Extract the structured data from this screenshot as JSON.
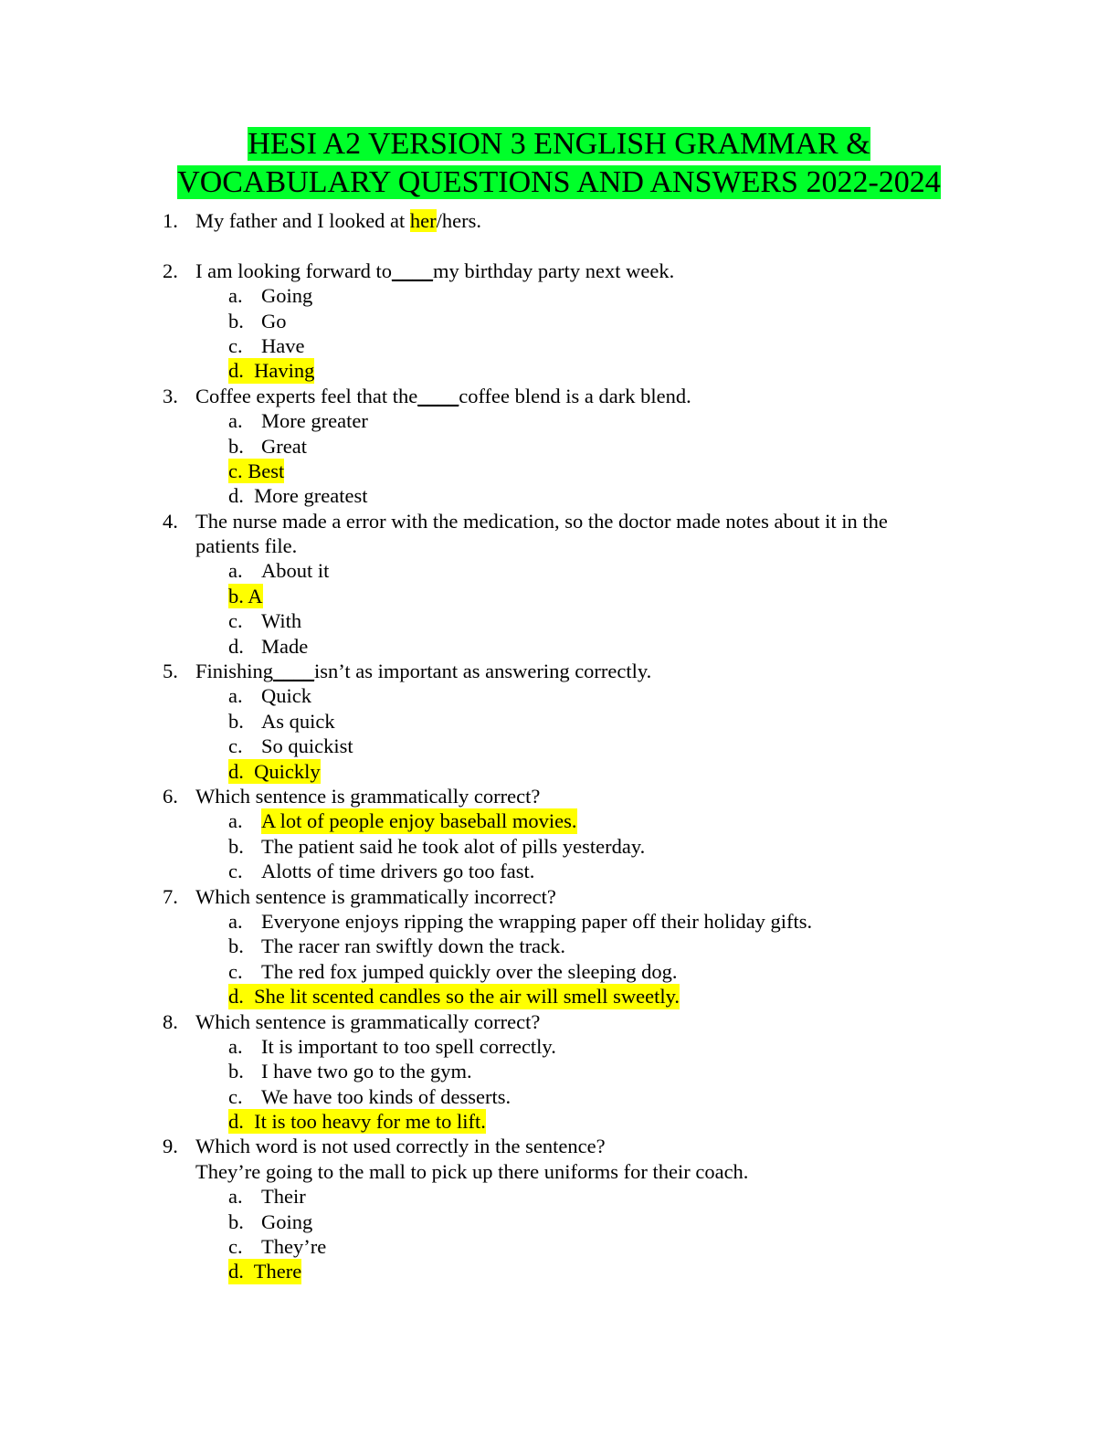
{
  "title": {
    "line1": "HESI A2  VERSION 3 ENGLISH GRAMMAR & ",
    "line2": "VOCABULARY QUESTIONS AND ANSWERS 2022-2024"
  },
  "q1": {
    "num": "1.",
    "pre": "My father and I looked at ",
    "highlight": "her",
    "post": "/hers."
  },
  "q2": {
    "num": "2.",
    "pre": "I am looking forward to",
    "blank": "____",
    "post": "my birthday party next week.",
    "options": [
      {
        "letter": "a.",
        "text": "Going"
      },
      {
        "letter": "b.",
        "text": "Go"
      },
      {
        "letter": "c.",
        "text": "Have"
      }
    ],
    "answer": "d.  Having"
  },
  "q3": {
    "num": "3.",
    "pre": "Coffee experts feel that the",
    "blank": "____",
    "post": "coffee blend is a dark blend.",
    "opt_a": {
      "letter": "a.",
      "text": "More greater"
    },
    "opt_b": {
      "letter": "b.",
      "text": "Great"
    },
    "answer": "c. Best",
    "opt_d": "d.  More greatest"
  },
  "q4": {
    "num": "4.",
    "line1": "The nurse made a error with the medication, so the doctor made notes about it in the",
    "line2": "patients file.",
    "opt_a": {
      "letter": "a.",
      "text": "About it"
    },
    "answer": "b. A",
    "opt_c": {
      "letter": "c.",
      "text": "With"
    },
    "opt_d": {
      "letter": "d.",
      "text": "Made"
    }
  },
  "q5": {
    "num": "5.",
    "pre": "Finishing",
    "blank": "____",
    "post": "isn’t as important as answering correctly.",
    "options": [
      {
        "letter": "a.",
        "text": "Quick"
      },
      {
        "letter": "b.",
        "text": "As quick"
      },
      {
        "letter": "c.",
        "text": "So quickist"
      }
    ],
    "answer": "d.  Quickly"
  },
  "q6": {
    "num": "6.",
    "text": "Which sentence is grammatically correct?",
    "opt_a": {
      "letter": "a.",
      "text": "A lot of people enjoy baseball movies."
    },
    "opt_b": {
      "letter": "b.",
      "text": "The patient said he took alot of pills yesterday."
    },
    "opt_c": {
      "letter": "c.",
      "text": "Alotts of time drivers go too fast."
    }
  },
  "q7": {
    "num": "7.",
    "text": "Which sentence is grammatically incorrect?",
    "options": [
      {
        "letter": "a.",
        "text": "Everyone enjoys ripping the wrapping paper off their holiday gifts."
      },
      {
        "letter": "b.",
        "text": "The racer ran swiftly down the track."
      },
      {
        "letter": "c.",
        "text": "The red fox jumped quickly over the sleeping dog."
      }
    ],
    "answer": "d.  She lit scented candles so the air will smell sweetly."
  },
  "q8": {
    "num": "8.",
    "text": "Which sentence is grammatically correct?",
    "options": [
      {
        "letter": "a.",
        "text": "It is important to too spell correctly."
      },
      {
        "letter": "b.",
        "text": "I have two go to the gym."
      },
      {
        "letter": "c.",
        "text": "We have too kinds of desserts."
      }
    ],
    "answer": "d.  It is too heavy for me to lift."
  },
  "q9": {
    "num": "9.",
    "text": "Which word is not used correctly in the sentence?",
    "sentence": "They’re going to the mall to pick up there uniforms for their coach.",
    "options": [
      {
        "letter": "a.",
        "text": "Their"
      },
      {
        "letter": "b.",
        "text": "Going"
      },
      {
        "letter": "c.",
        "text": "They’re"
      }
    ],
    "answer": "d.  There"
  },
  "colors": {
    "title_highlight": "#00ff2a",
    "answer_highlight": "#ffff00"
  }
}
